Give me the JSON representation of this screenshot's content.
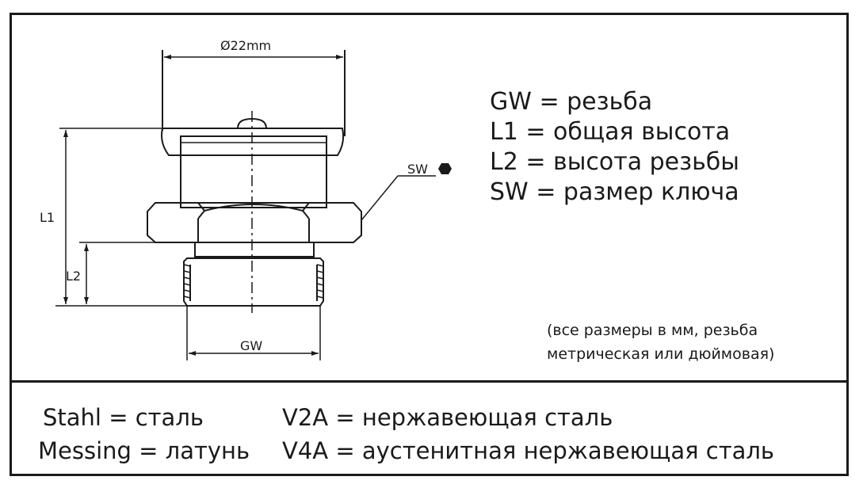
{
  "drawing": {
    "diameter_label": "Ø22mm",
    "l1_label": "L1",
    "l2_label": "L2",
    "gw_label": "GW",
    "sw_label": "SW"
  },
  "legend": [
    "GW = резьба",
    "L1 = общая высота",
    "L2 = высота резьбы",
    "SW = размер ключа"
  ],
  "note": [
    "(все размеры в мм, резьба",
    "метрическая или дюймовая)"
  ],
  "materials": {
    "left": [
      "Stahl = сталь",
      "Messing = латунь"
    ],
    "right": [
      "V2A = нержавеющая сталь",
      "V4A = аустенитная нержавеющая сталь"
    ]
  }
}
